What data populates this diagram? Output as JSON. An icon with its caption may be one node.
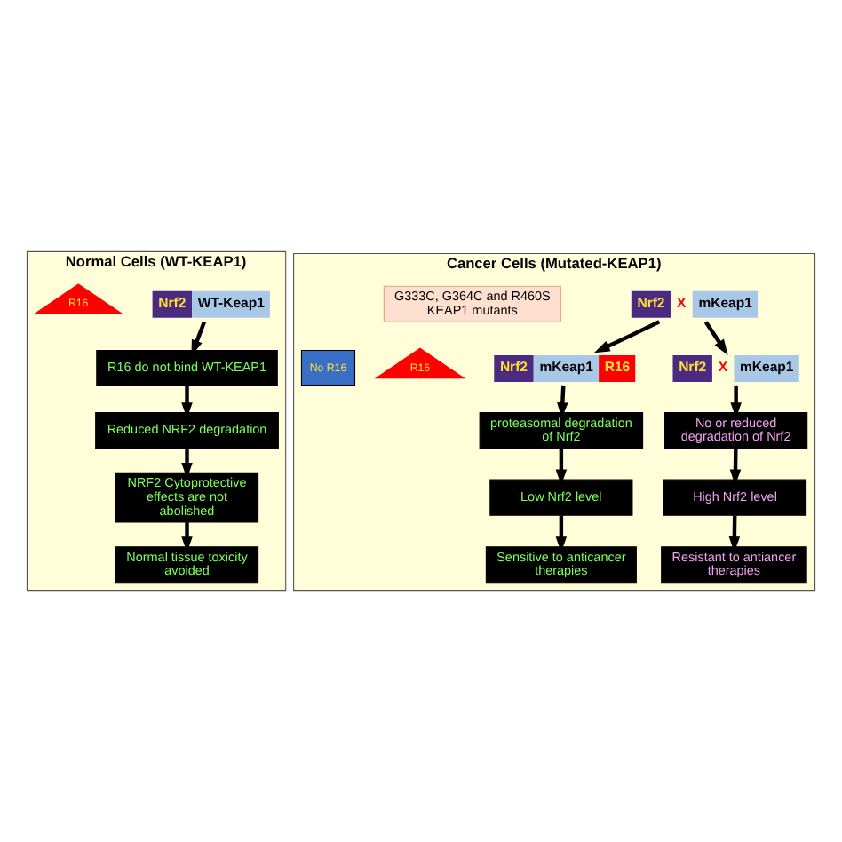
{
  "diagram": {
    "nodes": [
      {
        "text": [
          "Normal Cells (WT-KEAP1)"
        ]
      },
      {
        "text": [
          "Nrf2",
          "WT-Keap1"
        ],
        "in": 0
      },
      {
        "text": [
          "R16"
        ],
        "in": 0
      },
      {
        "text": [
          "R16 do not bind WT-KEAP1"
        ],
        "in": 0
      },
      {
        "text": [
          "Reduced NRF2 degradation"
        ],
        "in": 0
      },
      {
        "text": [
          "NRF2 Cytoprotective effects are not abolished"
        ],
        "in": 0
      },
      {
        "text": [
          "Normal tissue toxicity avoided"
        ],
        "in": 0
      },
      {
        "text": [
          "Cancer Cells (Mutated-KEAP1)"
        ]
      },
      {
        "text": [
          "Nrf2",
          "X",
          "mKeap1"
        ],
        "in": 7
      },
      {
        "text": [
          "G333C, G364C and R460S KEAP1 mutants"
        ],
        "in": 7
      },
      {
        "text": [
          "R16"
        ],
        "in": 7
      },
      {
        "text": [
          "No R16"
        ],
        "in": 7
      },
      {
        "text": [
          "Nrf2",
          "mKeap1",
          "R16"
        ],
        "in": 7
      },
      {
        "text": [
          "Nrf2",
          "X",
          "mKeap1"
        ],
        "in": 7
      },
      {
        "text": [
          "proteasomal degradation of Nrf2"
        ],
        "in": 7
      },
      {
        "text": [
          "Low Nrf2 level"
        ],
        "in": 7
      },
      {
        "text": [
          "Sensitive to anticancer therapies"
        ],
        "in": 7
      },
      {
        "text": [
          "No or reduced degradation of Nrf2"
        ],
        "in": 7
      },
      {
        "text": [
          "High Nrf2 level"
        ],
        "in": 7
      },
      {
        "text": [
          "Resistant to antiancer therapies"
        ],
        "in": 7
      }
    ],
    "edges": [
      {
        "from": 1,
        "to": 3,
        "arrow": "to"
      },
      {
        "from": 3,
        "to": 4,
        "arrow": "to"
      },
      {
        "from": 4,
        "to": 5,
        "arrow": "to"
      },
      {
        "from": 5,
        "to": 6,
        "arrow": "to"
      },
      {
        "from": 8,
        "to": 12,
        "arrow": "to"
      },
      {
        "from": 8,
        "to": 13,
        "arrow": "to"
      },
      {
        "from": 12,
        "to": 14,
        "arrow": "to"
      },
      {
        "from": 14,
        "to": 15,
        "arrow": "to"
      },
      {
        "from": 15,
        "to": 16,
        "arrow": "to"
      },
      {
        "from": 13,
        "to": 17,
        "arrow": "to"
      },
      {
        "from": 17,
        "to": 18,
        "arrow": "to"
      },
      {
        "from": 18,
        "to": 19,
        "arrow": "to"
      }
    ]
  }
}
